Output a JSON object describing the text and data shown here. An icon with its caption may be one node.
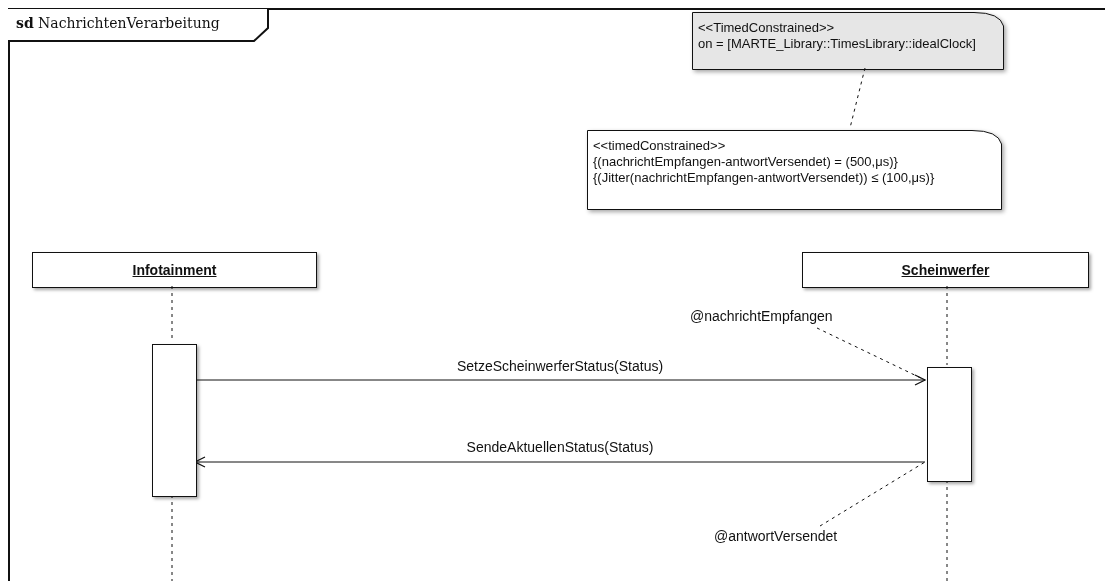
{
  "diagram": {
    "nodes": [
      {
        "text": [
          "**sd** NachrichtenVerarbeitung"
        ]
      },
      {
        "text": [
          "<<TimedConstrained>>",
          "on = [MARTE_Library::TimesLibrary::idealClock]"
        ],
        "in": 0
      },
      {
        "text": [
          "<<timedConstrained>>",
          "{(nachrichtEmpfangen-antwortVersendet) = (500,μs)}",
          "{(Jitter(nachrichtEmpfangen-antwortVersendet)) ≤ (100,μs)}"
        ],
        "in": 0
      },
      {
        "text": [
          "Infotainment"
        ],
        "in": 0
      },
      {
        "text": [
          "Scheinwerfer"
        ],
        "in": 0
      },
      {
        "text": [],
        "shape": "bar",
        "in": 0
      },
      {
        "text": [],
        "shape": "bar",
        "in": 0
      },
      {
        "text": [
          "@nachrichtEmpfangen"
        ],
        "in": 0
      },
      {
        "text": [
          "@antwortVersendet"
        ],
        "in": 0
      }
    ],
    "edges": [
      {
        "from": 5,
        "to": 6,
        "arrow": "to",
        "label": "SetzeScheinwerferStatus(Status)"
      },
      {
        "from": 6,
        "to": 5,
        "arrow": "to",
        "label": "SendeAktuellenStatus(Status)"
      },
      {
        "from": 1,
        "to": 2,
        "arrow": "none",
        "style": "dashed"
      },
      {
        "from": 7,
        "to": 6,
        "arrow": "none",
        "style": "dashed"
      },
      {
        "from": 8,
        "to": 6,
        "arrow": "none",
        "style": "dashed"
      },
      {
        "from": 3,
        "to": 5,
        "arrow": "none",
        "style": "dashed"
      },
      {
        "from": 5,
        "to": null,
        "arrow": "none",
        "style": "dashed"
      },
      {
        "from": 4,
        "to": 6,
        "arrow": "none",
        "style": "dashed"
      },
      {
        "from": 6,
        "to": null,
        "arrow": "none",
        "style": "dashed"
      }
    ]
  }
}
